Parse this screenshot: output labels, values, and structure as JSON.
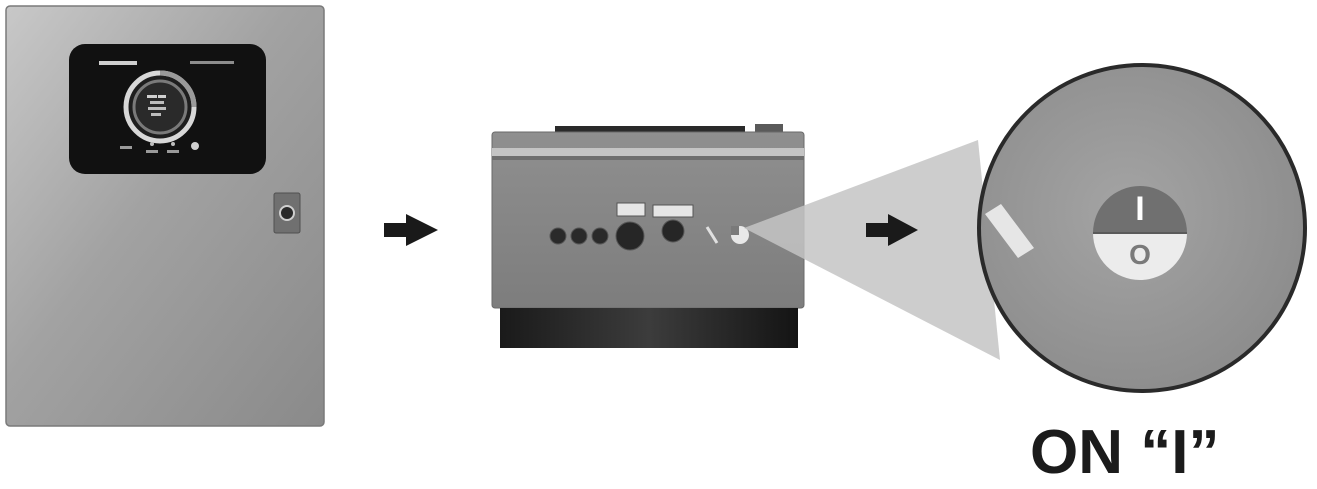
{
  "diagram": {
    "step_label": "ON “I”",
    "switch_on_mark": "I",
    "switch_off_mark": "O"
  },
  "colors": {
    "panel_gray": "#9c9c9c",
    "display_black": "#111111",
    "label_text": "#1b1b1b"
  },
  "icons": [
    "arrow-right-icon",
    "arrow-right-icon",
    "power-switch-icon",
    "magnifier-circle-icon"
  ]
}
